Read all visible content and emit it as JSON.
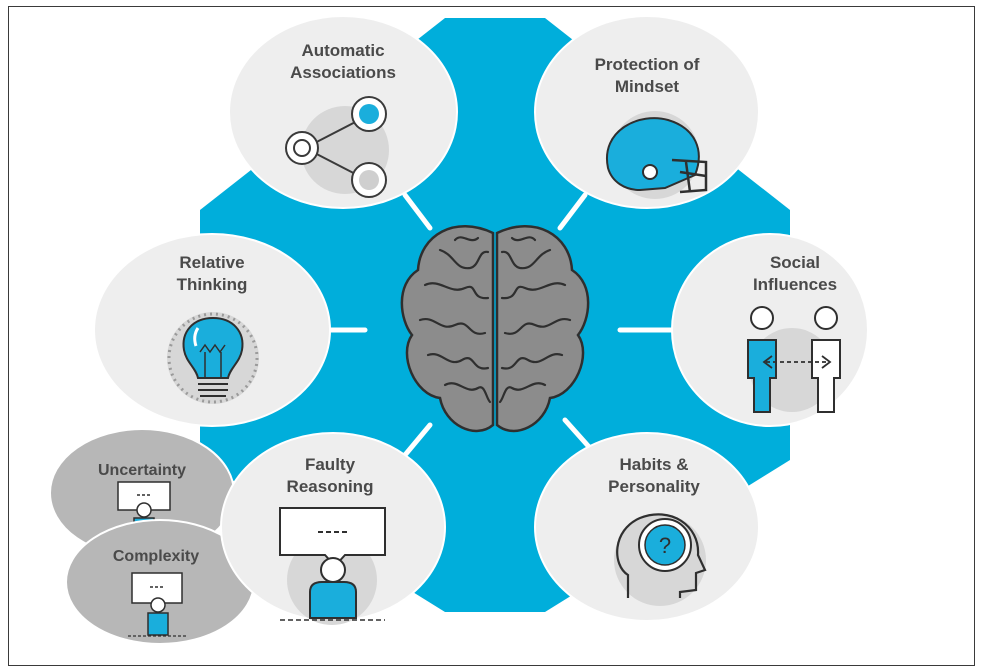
{
  "diagram": {
    "center": {
      "icon": "brain-icon"
    },
    "nodes": [
      {
        "id": "automatic-associations",
        "line1": "Automatic",
        "line2": "Associations",
        "icon": "network-nodes-icon"
      },
      {
        "id": "protection-of-mindset",
        "line1": "Protection of",
        "line2": "Mindset",
        "icon": "football-helmet-icon"
      },
      {
        "id": "social-influences",
        "line1": "Social",
        "line2": "Influences",
        "icon": "two-people-exchange-icon"
      },
      {
        "id": "habits-personality",
        "line1": "Habits &",
        "line2": "Personality",
        "icon": "head-question-icon"
      },
      {
        "id": "faulty-reasoning",
        "line1": "Faulty",
        "line2": "Reasoning",
        "icon": "person-speech-bubble-icon"
      },
      {
        "id": "relative-thinking",
        "line1": "Relative",
        "line2": "Thinking",
        "icon": "lightbulb-icon"
      }
    ],
    "sub_nodes": [
      {
        "id": "uncertainty",
        "label": "Uncertainty",
        "icon": "person-speech-bubble-icon"
      },
      {
        "id": "complexity",
        "label": "Complexity",
        "icon": "person-speech-bubble-icon"
      }
    ],
    "colors": {
      "hexagon": "#00AEDB",
      "node_fill": "#EEEEEE",
      "sub_node_fill": "#B7B7B7",
      "icon_accent": "#1AAEDC",
      "brain": "#8C8C8C",
      "text": "#4A4A4A"
    }
  }
}
